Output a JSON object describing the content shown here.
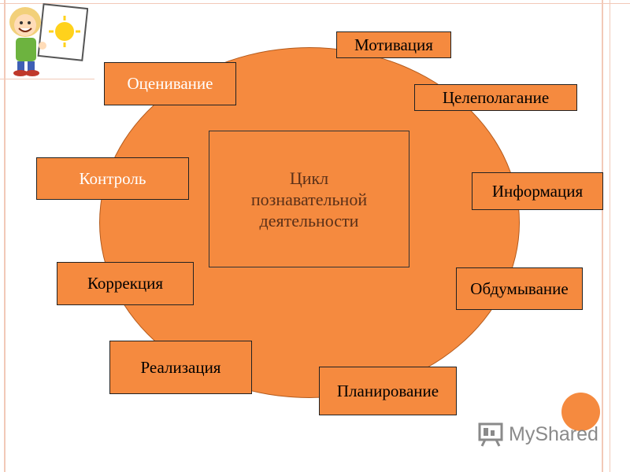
{
  "diagram": {
    "center_lines": [
      "Цикл",
      "познавательной",
      "деятельности"
    ],
    "stages": {
      "motivation": "Мотивация",
      "goal_setting": "Целеполагание",
      "information": "Информация",
      "thinking": "Обдумывание",
      "planning": "Планирование",
      "realization": "Реализация",
      "correction": "Коррекция",
      "control": "Контроль",
      "evaluation": "Оценивание"
    },
    "colors": {
      "accent": "#f58a3f",
      "center_text": "#5a3018"
    }
  },
  "watermark": {
    "text": "MyShared"
  }
}
